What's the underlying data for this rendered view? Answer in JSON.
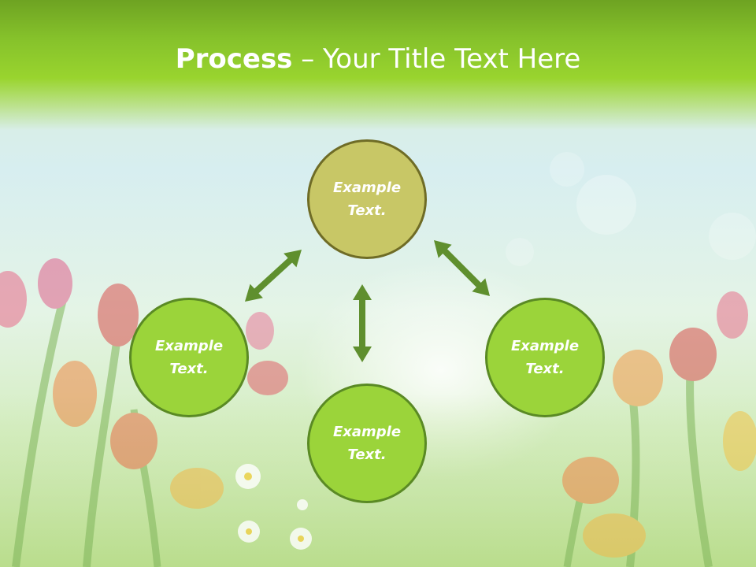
{
  "title": {
    "bold": "Process",
    "rest": " – Your Title Text Here"
  },
  "nodes": [
    {
      "id": "top",
      "text": "Example\nText."
    },
    {
      "id": "left",
      "text": "Example\nText."
    },
    {
      "id": "bottom",
      "text": "Example\nText."
    },
    {
      "id": "right",
      "text": "Example\nText."
    }
  ],
  "colors": {
    "title_bar": "#86c22b",
    "node_green": "#9bd43a",
    "node_olive": "#c8c766",
    "node_border": "#5a8a24",
    "arrow": "#5f8f2e",
    "text": "#ffffff"
  }
}
